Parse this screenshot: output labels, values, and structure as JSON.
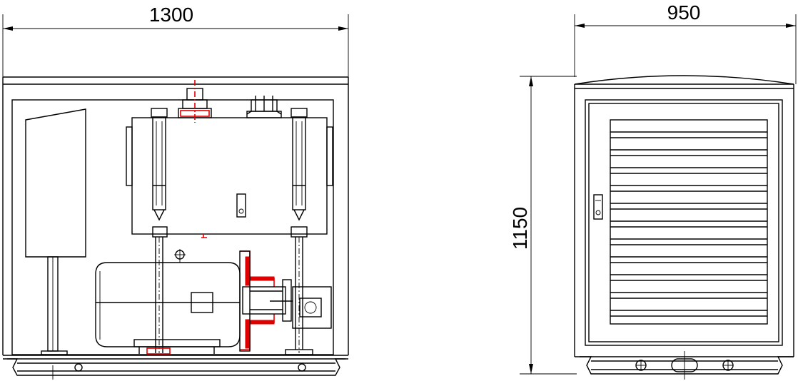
{
  "dimensions": {
    "front_width": "1300",
    "side_depth": "950",
    "height": "1150"
  },
  "colors": {
    "line": "#000000",
    "highlight": "#e00000",
    "background": "#ffffff"
  }
}
